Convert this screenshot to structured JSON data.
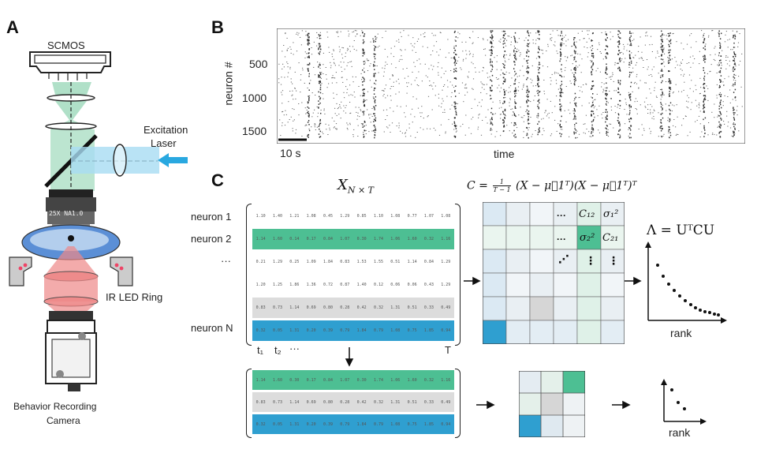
{
  "panels": {
    "a": "A",
    "b": "B",
    "c": "C"
  },
  "panel_a": {
    "camera_top": "SCMOS",
    "objective_text": "25X NA1.0",
    "excitation_line1": "Excitation",
    "excitation_line2": "Laser",
    "ir_ring": "IR LED Ring",
    "behavior_line1": "Behavior Recording",
    "behavior_line2": "Camera"
  },
  "panel_b": {
    "ylabel": "neuron #",
    "yticks": [
      "500",
      "1000",
      "1500"
    ],
    "xlabel": "time",
    "scale_bar": "10 s"
  },
  "panel_c": {
    "x_title": "X",
    "x_sub": "N × T",
    "cov_lhs": "C =",
    "cov_rhs": "(X − μ⃗1ᵀ)(X − μ⃗1ᵀ)ᵀ",
    "cov_frac_num": "1",
    "cov_frac_den": "T − 1",
    "eig": "Λ = UᵀCU",
    "row_labels": [
      "neuron 1",
      "neuron 2",
      "···",
      "neuron N"
    ],
    "t_labels": [
      "t₁",
      "t₂",
      "···",
      "T"
    ],
    "rank_top": "rank",
    "rank_bottom": "rank",
    "cov_cells": [
      "···",
      "C₁₂",
      "σ₁²",
      "···",
      "σ₂²",
      "C₂₁",
      "⋰",
      "⋮",
      "⋮"
    ]
  },
  "matrix_rows": [
    {
      "bg": "#ffffff",
      "values": [
        "1.10",
        "1.40",
        "1.21",
        "1.08",
        "0.45",
        "1.29",
        "0.85",
        "1.10",
        "1.08",
        "0.77",
        "1.07",
        "1.08"
      ]
    },
    {
      "bg": "#4dbf93",
      "values": [
        "1.14",
        "1.60",
        "0.14",
        "0.17",
        "0.84",
        "1.07",
        "0.30",
        "1.74",
        "1.06",
        "1.60",
        "0.32",
        "1.16"
      ]
    },
    {
      "bg": "#ffffff",
      "values": [
        "0.21",
        "1.29",
        "0.25",
        "1.09",
        "1.84",
        "0.83",
        "1.53",
        "1.55",
        "0.51",
        "1.14",
        "0.84",
        "1.29"
      ]
    },
    {
      "bg": "#ffffff",
      "values": [
        "1.20",
        "1.25",
        "1.86",
        "1.36",
        "0.72",
        "0.87",
        "1.40",
        "0.12",
        "0.06",
        "0.06",
        "0.43",
        "1.29"
      ]
    },
    {
      "bg": "#dcdcdc",
      "values": [
        "0.83",
        "0.73",
        "1.14",
        "0.69",
        "0.80",
        "0.28",
        "0.42",
        "0.32",
        "1.31",
        "0.51",
        "0.33",
        "0.49"
      ]
    },
    {
      "bg": "#2f9fd0",
      "values": [
        "0.32",
        "0.05",
        "1.31",
        "0.20",
        "0.39",
        "0.79",
        "1.84",
        "0.79",
        "1.08",
        "0.75",
        "1.85",
        "0.94"
      ]
    }
  ],
  "reduced_rows": [
    {
      "bg": "#4dbf93",
      "values": [
        "1.14",
        "1.60",
        "0.30",
        "0.17",
        "0.84",
        "1.07",
        "0.30",
        "1.74",
        "1.06",
        "1.60",
        "0.32",
        "1.16"
      ]
    },
    {
      "bg": "#dcdcdc",
      "values": [
        "0.83",
        "0.73",
        "1.14",
        "0.69",
        "0.80",
        "0.28",
        "0.42",
        "0.32",
        "1.31",
        "0.51",
        "0.33",
        "0.49"
      ]
    },
    {
      "bg": "#2f9fd0",
      "values": [
        "0.32",
        "0.05",
        "1.31",
        "0.20",
        "0.39",
        "0.79",
        "1.84",
        "0.79",
        "1.08",
        "0.75",
        "1.85",
        "0.94"
      ]
    }
  ],
  "colors": {
    "green": "#4dbf93",
    "blue": "#2f9fd0",
    "grey": "#dcdcdc",
    "laser": "#29a8e0",
    "ir": "#e26a6a"
  }
}
